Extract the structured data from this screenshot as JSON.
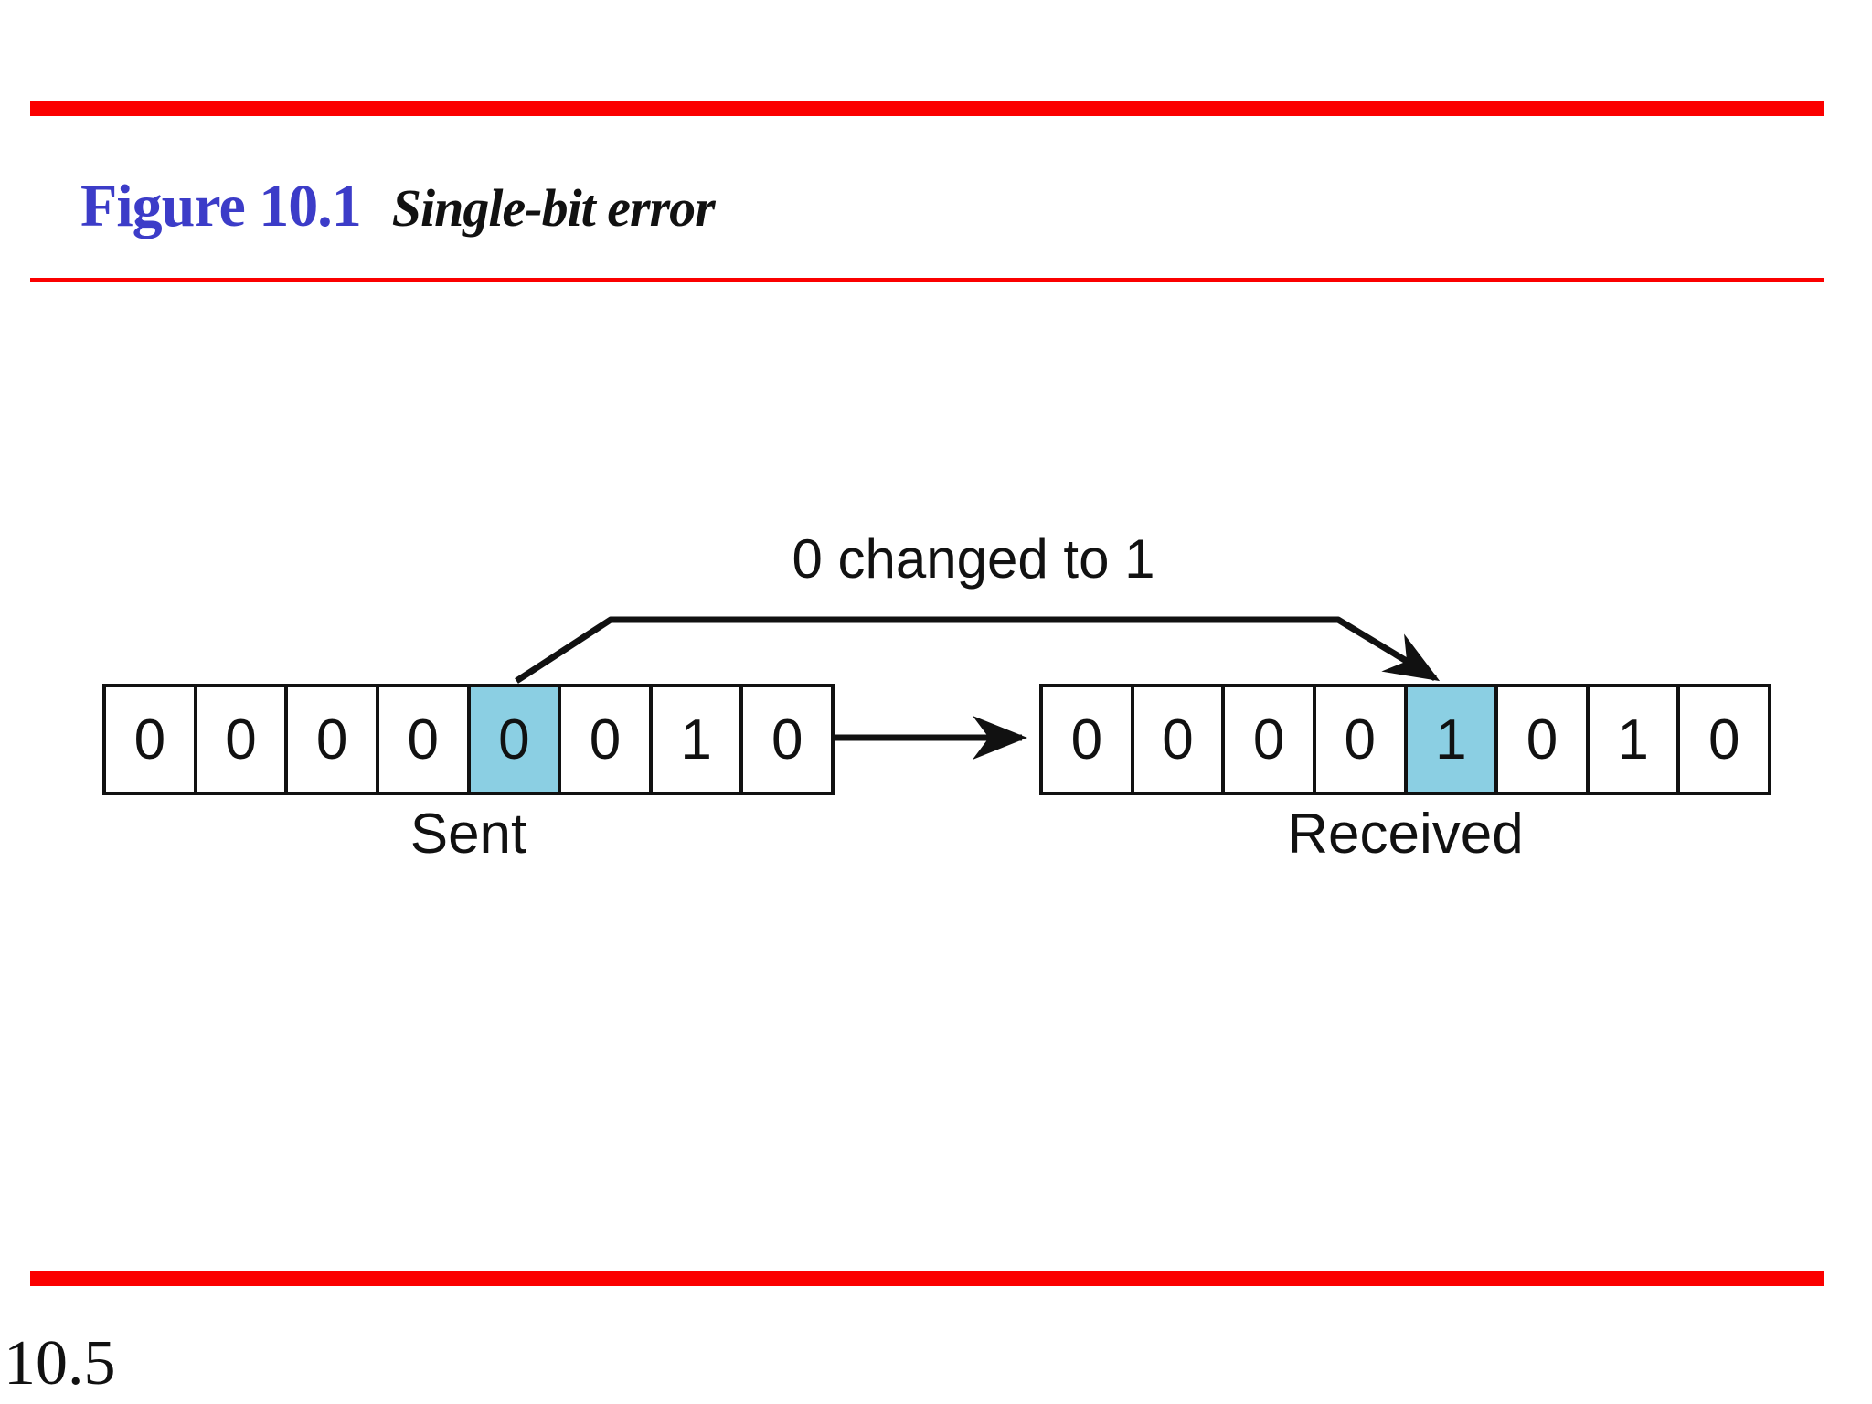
{
  "header": {
    "figure_label": "Figure 10.1",
    "figure_title": "Single-bit error"
  },
  "diagram": {
    "annotation": "0 changed to 1",
    "sent": {
      "label": "Sent",
      "bits": [
        "0",
        "0",
        "0",
        "0",
        "0",
        "0",
        "1",
        "0"
      ],
      "highlight_index": 4
    },
    "received": {
      "label": "Received",
      "bits": [
        "0",
        "0",
        "0",
        "0",
        "1",
        "0",
        "1",
        "0"
      ],
      "highlight_index": 4
    }
  },
  "footer": {
    "page_number": "10.5"
  },
  "colors": {
    "accent_red": "#fb0000",
    "title_blue": "#3c3cc8",
    "highlight_blue": "#8bcfe3",
    "ink_black": "#111111"
  }
}
